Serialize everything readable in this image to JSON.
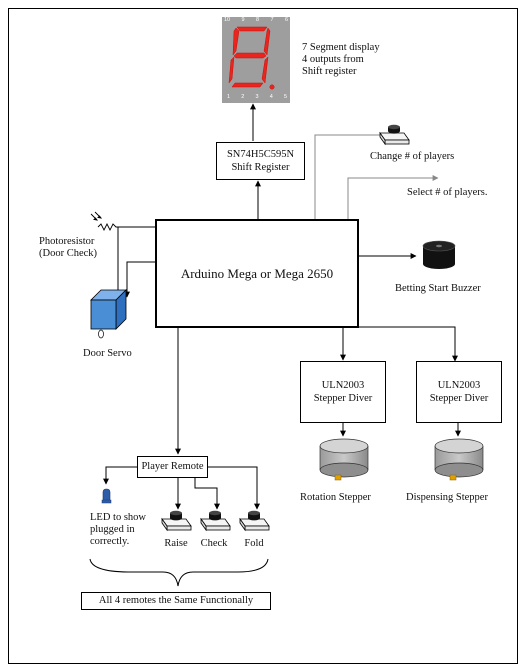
{
  "display": {
    "caption_line1": "7 Segment display",
    "caption_line2": "4 outputs from",
    "caption_line3": "Shift register",
    "digit_top_pins": [
      "10",
      "9",
      "8",
      "7",
      "6"
    ],
    "digit_bottom_pins": [
      "1",
      "2",
      "3",
      "4",
      "5"
    ],
    "segment_color": "#e8251f"
  },
  "shift_register": {
    "line1": "SN74H5C595N",
    "line2": "Shift Register"
  },
  "arduino": {
    "label": "Arduino Mega or Mega 2650"
  },
  "change_players": {
    "label": "Change # of players"
  },
  "select_players": {
    "label": "Select # of players."
  },
  "photoresistor": {
    "line1": "Photoresistor",
    "line2": "(Door Check)"
  },
  "door_servo": {
    "label": "Door Servo",
    "color": "#4a8fd6"
  },
  "betting_buzzer": {
    "label": "Betting Start Buzzer"
  },
  "driver_left": {
    "line1": "ULN2003",
    "line2": "Stepper Diver"
  },
  "driver_right": {
    "line1": "ULN2003",
    "line2": "Stepper Diver"
  },
  "rotation_stepper": {
    "label": "Rotation Stepper"
  },
  "dispensing_stepper": {
    "label": "Dispensing Stepper"
  },
  "player_remote": {
    "label": "Player Remote"
  },
  "led": {
    "line1": "LED to show",
    "line2": "plugged in",
    "line3": "correctly.",
    "color": "#2f5ca8"
  },
  "buttons": {
    "raise": "Raise",
    "check": "Check",
    "fold": "Fold"
  },
  "footer": {
    "label": "All 4 remotes the Same Functionally"
  }
}
